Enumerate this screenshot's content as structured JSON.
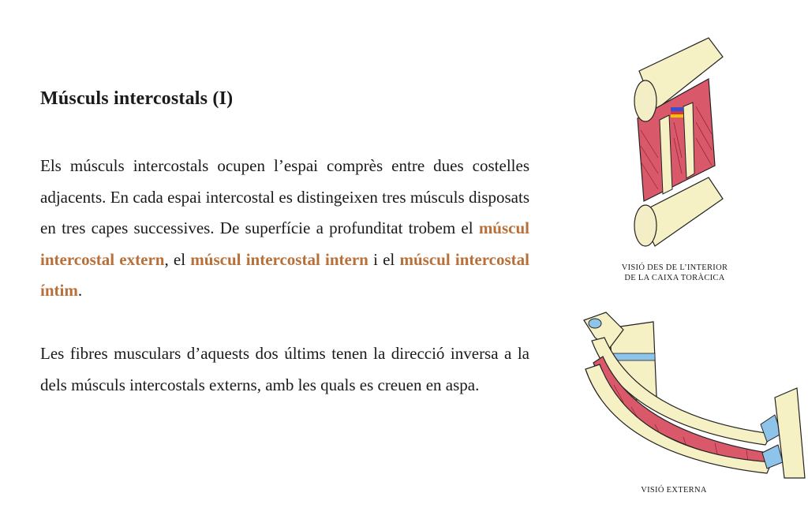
{
  "title": "Músculs intercostals (I)",
  "paragraph1": {
    "intro": "Els músculs intercostals ocupen l’espai comprès entre dues costelles adjacents. En cada espai intercostal es distingeixen tres músculs disposats en tres capes successives. De superfície a profunditat trobem el ",
    "muscle_extern": "múscul intercostal extern",
    "sep1": ", el ",
    "muscle_intern": "múscul intercostal intern",
    "sep2": " i el ",
    "muscle_intim": "múscul intercostal íntim",
    "end": "."
  },
  "paragraph2": "Les fibres musculars d’aquests dos últims tenen la direcció inversa a la dels músculs intercostals externs, amb les quals es creuen en aspa.",
  "figures": {
    "caption_interior_line1": "VISIÓ DES DE L’INTERIOR",
    "caption_interior_line2": "DE LA CAIXA TORÀCICA",
    "caption_external": "VISIÓ EXTERNA"
  },
  "colors": {
    "highlight": "#b8703a",
    "bone": "#f6f1c4",
    "muscle": "#d9596a",
    "cartilage": "#8fc4ea"
  }
}
